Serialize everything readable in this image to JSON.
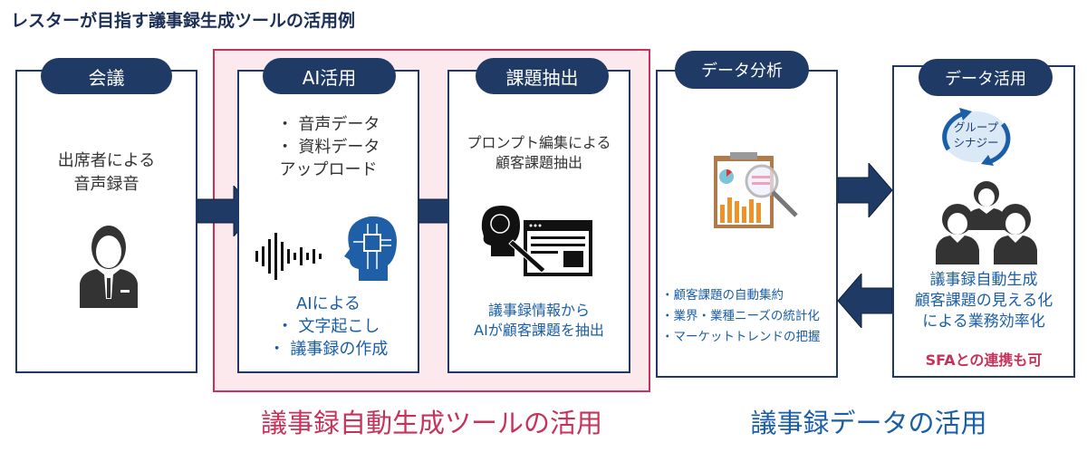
{
  "title": "レスターが目指す議事録生成ツールの活用例",
  "boxes": {
    "meeting": {
      "label": "会議",
      "text": [
        "出席者による",
        "音声録音"
      ]
    },
    "ai": {
      "label": "AI活用",
      "top": [
        "・ 音声データ",
        "・ 資料データ",
        "アップロード"
      ],
      "bottom": [
        "AIによる",
        "・ 文字起こし",
        "・ 議事録の作成"
      ]
    },
    "extract": {
      "label": "課題抽出",
      "top": [
        "プロンプト編集による",
        "顧客課題抽出"
      ],
      "bottom": [
        "議事録情報から",
        "AIが顧客課題を抽出"
      ]
    },
    "analysis": {
      "label": "データ分析",
      "bullets": [
        "・顧客課題の自動集約",
        "・業界・業種ニーズの統計化",
        "・マーケットトレンドの把握"
      ]
    },
    "usage": {
      "label": "データ活用",
      "synergy": [
        "グループ",
        "シナジー"
      ],
      "text": [
        "議事録自動生成",
        "顧客課題の見える化",
        "による業務効率化"
      ],
      "note": "SFAとの連携も可"
    }
  },
  "bottom_labels": {
    "tool": "議事録自動生成ツールの活用",
    "data": "議事録データの活用"
  },
  "colors": {
    "navy": "#1f3a64",
    "pink": "#c8325a",
    "blue": "#1a5ea8"
  }
}
